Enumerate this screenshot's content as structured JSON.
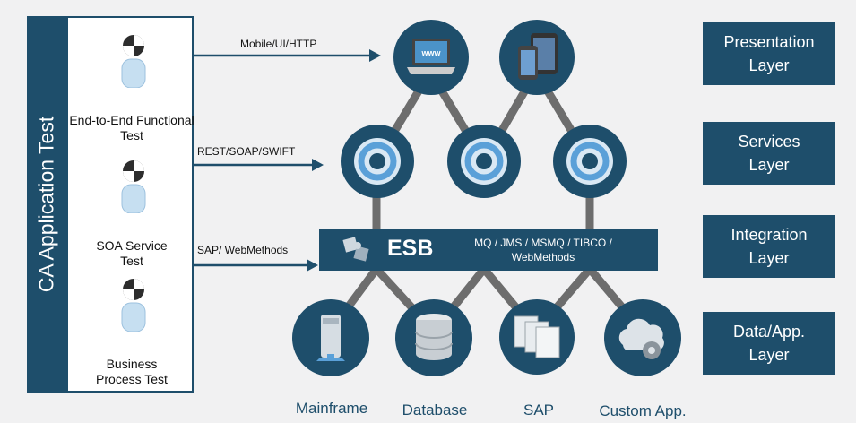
{
  "title": "CA Application Test",
  "testers": [
    {
      "label": "End-to-End Functional Test"
    },
    {
      "label": "SOA Service Test"
    },
    {
      "label": "Business Process Test"
    }
  ],
  "arrows": [
    {
      "label": "Mobile/UI/HTTP"
    },
    {
      "label": "REST/SOAP/SWIFT"
    },
    {
      "label": "SAP/ WebMethods"
    }
  ],
  "esb": {
    "title": "ESB",
    "protocols": "MQ / JMS / MSMQ / TIBCO / WebMethods"
  },
  "layers": [
    {
      "label": "Presentation Layer"
    },
    {
      "label": "Services Layer"
    },
    {
      "label": "Integration Layer"
    },
    {
      "label": "Data/App. Layer"
    }
  ],
  "presentation_icons": [
    "laptop-icon",
    "mobile-devices-icon"
  ],
  "laptop_screen_text": "www",
  "service_icons": [
    "service-icon",
    "service-icon",
    "service-icon"
  ],
  "data_nodes": [
    {
      "label": "Mainframe",
      "icon": "mainframe-icon"
    },
    {
      "label": "Database",
      "icon": "database-icon"
    },
    {
      "label": "SAP",
      "icon": "documents-icon"
    },
    {
      "label": "Custom App.",
      "icon": "cloud-gear-icon"
    }
  ],
  "colors": {
    "navy": "#1e4e6b",
    "connector": "#6f6f6f",
    "background": "#f1f1f2"
  }
}
